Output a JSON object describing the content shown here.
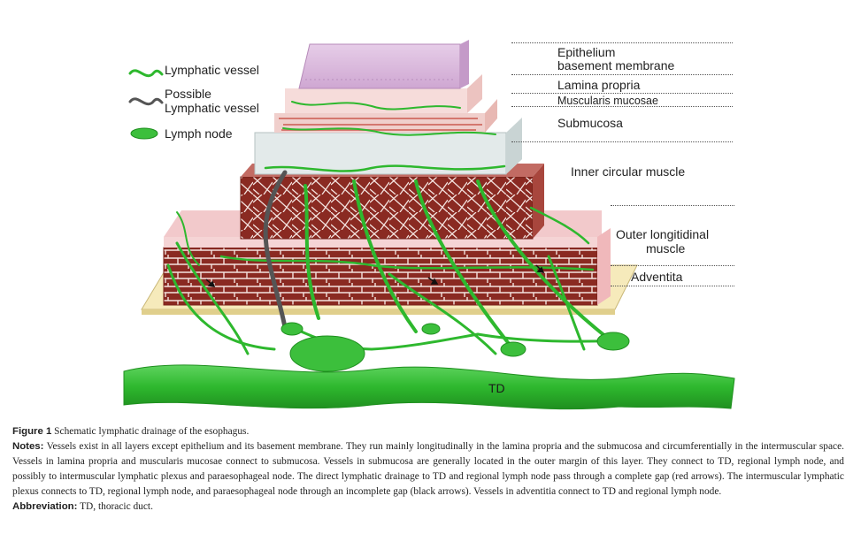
{
  "legend": {
    "lymphatic_vessel": "Lymphatic vessel",
    "possible_line1": "Possible",
    "possible_line2": "Lymphatic vessel",
    "lymph_node": "Lymph node"
  },
  "layers": {
    "epithelium_line1": "Epithelium",
    "epithelium_line2": "basement membrane",
    "lamina_propria": "Lamina propria",
    "muscularis_mucosae": "Muscularis mucosae",
    "submucosa": "Submucosa",
    "inner_circular": "Inner circular muscle",
    "outer_longitudinal_line1": "Outer longitidinal",
    "outer_longitudinal_line2": "muscle",
    "adventitia": "Adventita"
  },
  "td_label": "TD",
  "caption": {
    "figure_label": "Figure 1",
    "figure_title": "Schematic lymphatic drainage of the esophagus.",
    "notes_label": "Notes:",
    "notes_text": "Vessels exist in all layers except epithelium and its basement membrane. They run mainly longitudinally in the lamina propria and the submucosa and circumferentially in the intermuscular space. Vessels in lamina propria and muscularis mucosae connect to submucosa. Vessels in submucosa are generally located in the outer margin of this layer. They connect to TD, regional lymph node, and possibly to intermuscular lymphatic plexus and paraesophageal node. The direct lymphatic drainage to TD and regional lymph node pass through a complete gap (red arrows). The intermuscular lymphatic plexus connects to TD, regional lymph node, and paraesophageal node through an incomplete gap (black arrows). Vessels in adventitia connect to TD and regional lymph node.",
    "abbreviation_label": "Abbreviation:",
    "abbreviation_text": "TD, thoracic duct."
  },
  "colors": {
    "vessel_green": "#2eb82e",
    "node_green": "#3cbf3c",
    "muscle_red": "#8a2a22",
    "epithelium": "#d9b7da",
    "lamina": "#f3d6d3",
    "submucosa": "#dfe6e6",
    "adventitia": "#f3e6b4",
    "possible_vessel": "#555555"
  }
}
